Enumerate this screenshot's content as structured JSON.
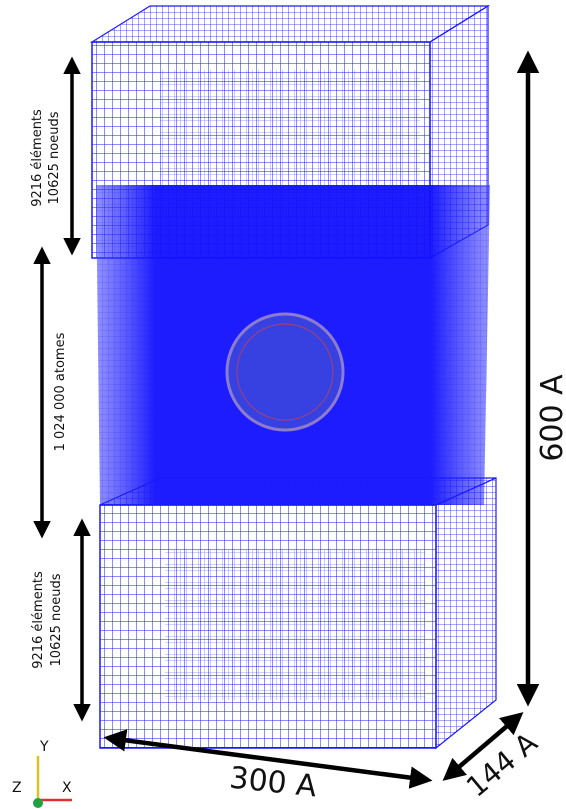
{
  "labels": {
    "top_block_elements": "9216 éléments",
    "top_block_nodes": "10625 noeuds",
    "atoms_region": "1 024 000 atomes",
    "bottom_block_elements": "9216 éléments",
    "bottom_block_nodes": "10625 noeuds",
    "height_dim": "600 A",
    "width_dim": "300 A",
    "depth_dim": "144 A"
  },
  "axes": {
    "y": "Y",
    "z": "Z",
    "x": "X"
  },
  "colors": {
    "mesh": "#1a1aff",
    "atoms": "#1010ff",
    "arrow": "#000000",
    "axis_x": "#e03030",
    "axis_y": "#e0c020",
    "axis_z": "#20a040"
  }
}
